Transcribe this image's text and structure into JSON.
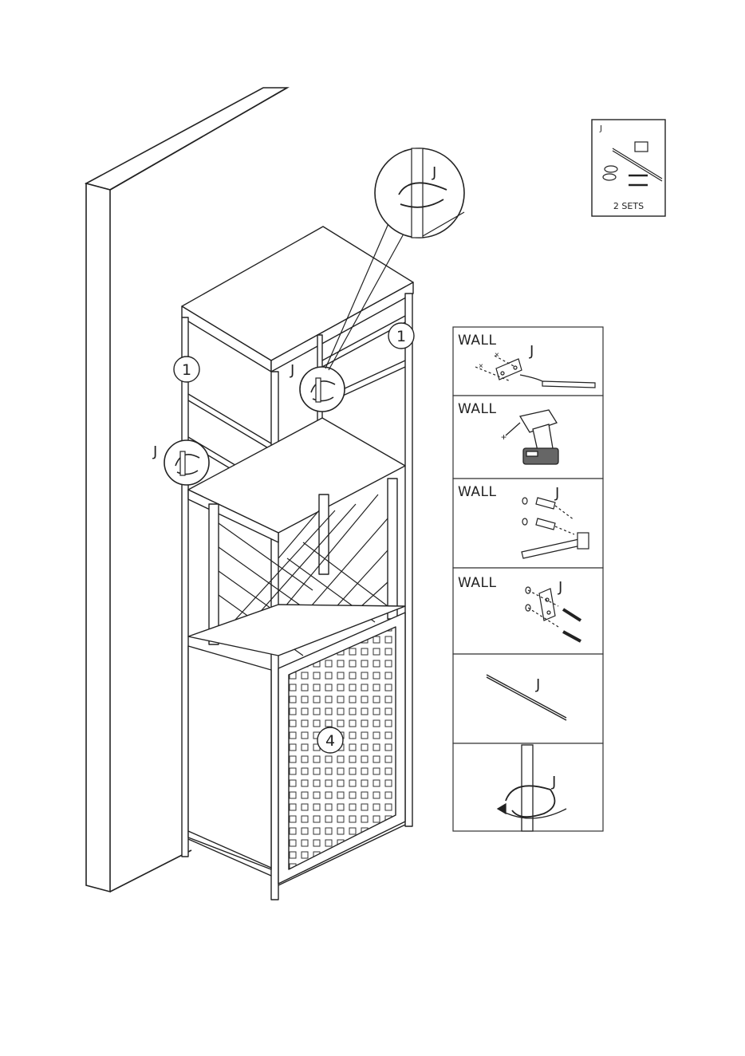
{
  "kit": {
    "part_letter": "J",
    "quantity_label": "2 SETS"
  },
  "main": {
    "callout_part": "J",
    "part_number_left": "1",
    "part_number_right": "1",
    "part_number_door": "4"
  },
  "steps": [
    {
      "surface": "WALL",
      "part": "J",
      "icon": "mark-drill-spot-icon"
    },
    {
      "surface": "WALL",
      "part": "",
      "icon": "power-drill-icon"
    },
    {
      "surface": "WALL",
      "part": "J",
      "icon": "insert-wall-plugs-icon"
    },
    {
      "surface": "WALL",
      "part": "J",
      "icon": "screw-bracket-icon"
    },
    {
      "surface": "",
      "part": "J",
      "icon": "strap-icon"
    },
    {
      "surface": "",
      "part": "J",
      "icon": "tie-strap-around-leg-icon"
    }
  ]
}
